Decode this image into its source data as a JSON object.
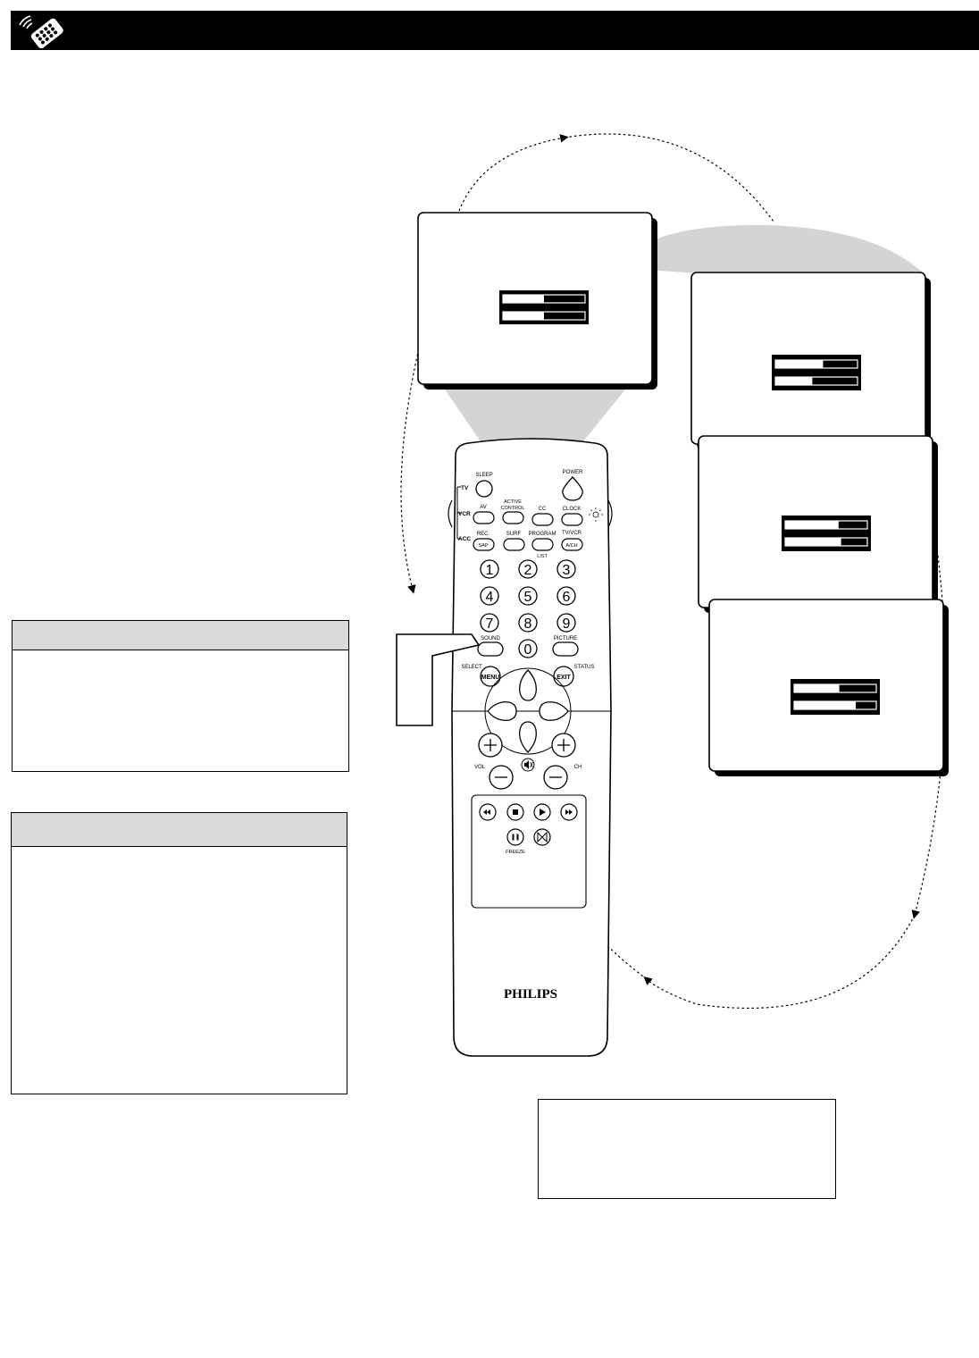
{
  "header": {
    "icon": "remote-control-icon",
    "color": "#000000"
  },
  "remote": {
    "brand": "PHILIPS",
    "mode_labels": [
      "TV",
      "VCR",
      "ACC"
    ],
    "labels": {
      "sleep": "SLEEP",
      "power": "POWER",
      "av": "AV",
      "active_control_1": "ACTIVE",
      "active_control_2": "CONTROL",
      "cc": "CC",
      "clock": "CLOCK",
      "rec": "REC.",
      "sap": "SAP",
      "surf": "SURF",
      "program": "PROGRAM",
      "list": "LIST",
      "tvvcr": "TV/VCR",
      "ach": "A/CH",
      "sound": "SOUND",
      "picture": "PICTURE",
      "select": "SELECT",
      "status": "STATUS",
      "menu": "MENU",
      "exit": "EXIT",
      "vol": "VOL",
      "ch": "CH",
      "freeze": "FREEZE"
    },
    "digits": [
      "1",
      "2",
      "3",
      "4",
      "5",
      "6",
      "7",
      "8",
      "9",
      "0"
    ]
  },
  "osd_screens": [
    {
      "bar1_level": 0.5,
      "bar2_level": 0.5
    },
    {
      "bar1_level": 0.58,
      "bar2_level": 0.45
    },
    {
      "bar1_level": 0.65,
      "bar2_level": 0.68
    },
    {
      "bar1_level": 0.55,
      "bar2_level": 0.75
    }
  ]
}
